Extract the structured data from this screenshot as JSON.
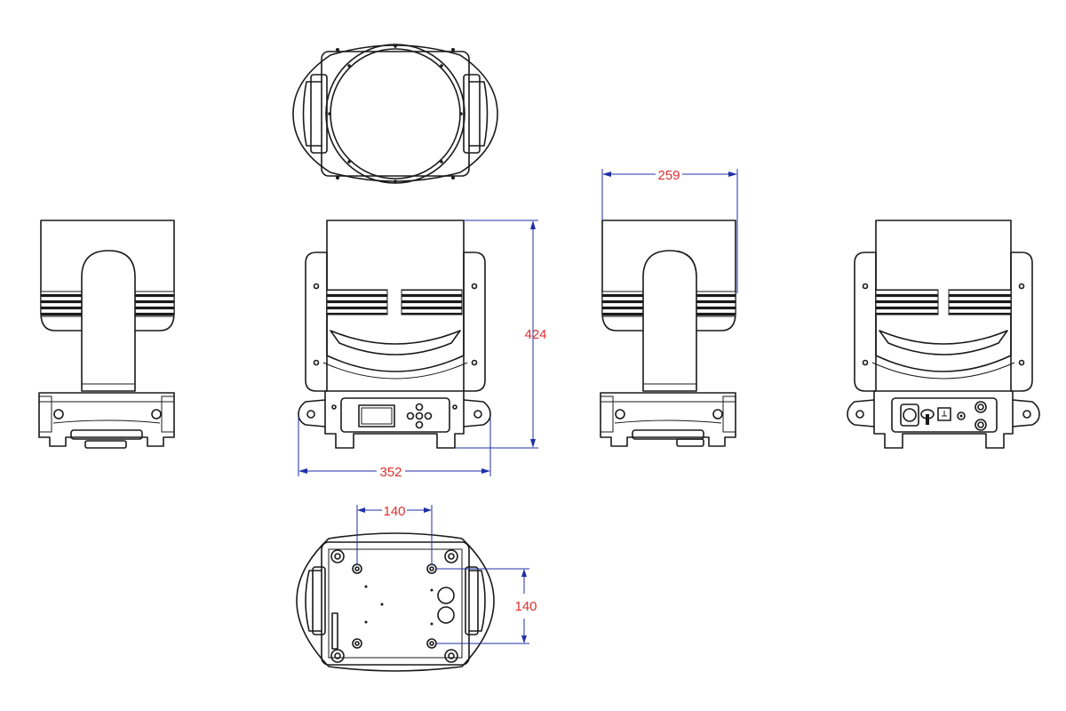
{
  "dimensions": {
    "height": "424",
    "width": "352",
    "depth": "259",
    "foot_spacing_x": "140",
    "foot_spacing_y": "140"
  },
  "colors": {
    "outline": "#1a1a1a",
    "dimension_line": "#1f2fa8",
    "dimension_text": "#e03030"
  }
}
